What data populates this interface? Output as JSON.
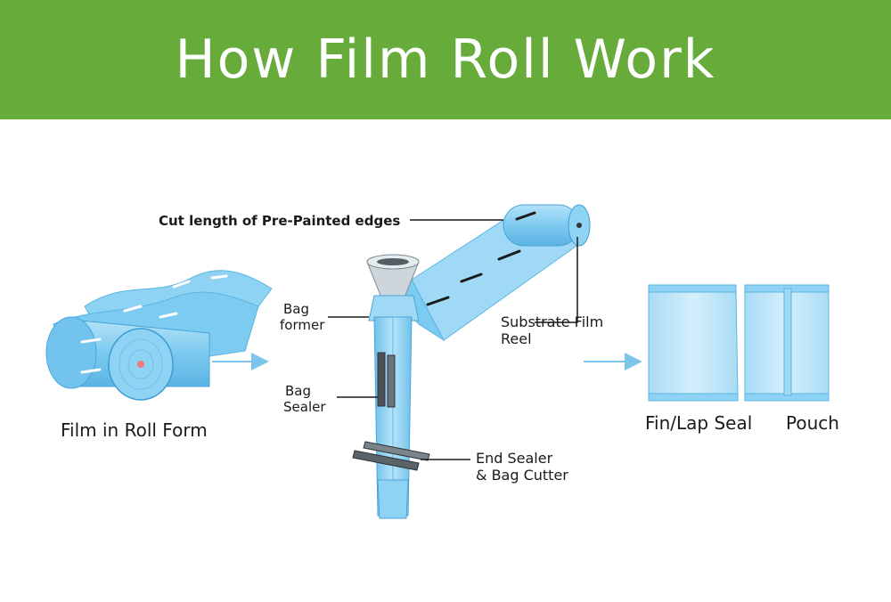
{
  "header": {
    "title": "How Film Roll Work",
    "background_color": "#67ab3b"
  },
  "diagram": {
    "labels": {
      "film_roll": "Film in Roll Form",
      "cut_length": "Cut length of Pre-Painted edges",
      "bag_former_line1": "Bag",
      "bag_former_line2": "former",
      "bag_sealer_line1": "Bag",
      "bag_sealer_line2": "Sealer",
      "substrate_line1": "Substrate Film",
      "substrate_line2": "Reel",
      "end_sealer_line1": "End Sealer",
      "end_sealer_line2": "& Bag Cutter",
      "fin_lap_seal": "Fin/Lap Seal",
      "pouch": "Pouch"
    },
    "colors": {
      "film_blue": "#8fd3f4",
      "film_dark": "#5ab5e3",
      "film_light": "#c3e9fb",
      "arrow": "#7ec3ea",
      "mark": "#1a1a1a"
    }
  }
}
